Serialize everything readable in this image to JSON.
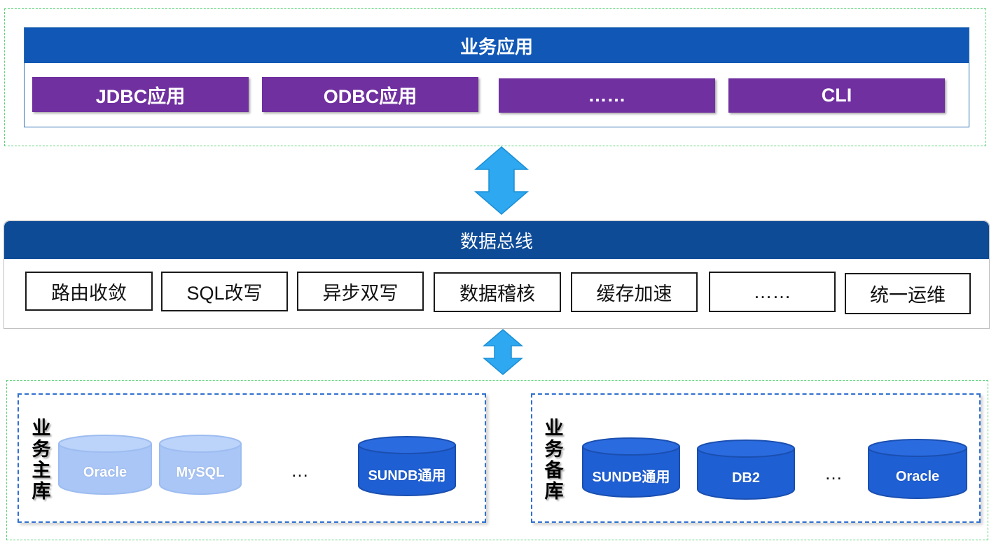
{
  "business_apps": {
    "title": "业务应用",
    "items": [
      "JDBC应用",
      "ODBC应用",
      "……",
      "CLI"
    ]
  },
  "data_bus": {
    "title": "数据总线",
    "items": [
      "路由收敛",
      "SQL改写",
      "异步双写",
      "数据稽核",
      "缓存加速",
      "……",
      "统一运维"
    ]
  },
  "primary_db": {
    "label": [
      "业",
      "务",
      "主",
      "库"
    ],
    "databases": [
      "Oracle",
      "MySQL",
      "SUNDB通用"
    ],
    "ellipsis": "…"
  },
  "standby_db": {
    "label": [
      "业",
      "务",
      "备",
      "库"
    ],
    "databases": [
      "SUNDB通用",
      "DB2",
      "Oracle"
    ],
    "ellipsis": "…"
  },
  "colors": {
    "app_header": "#1057b6",
    "app_item": "#7030a0",
    "bus_header": "#0e4b97",
    "arrow": "#2ea8f0",
    "db_active": "#1f5fd4",
    "db_inactive": "#a9c6f7",
    "dash_green": "#5fd27a",
    "dash_blue": "#2f6fd0"
  }
}
